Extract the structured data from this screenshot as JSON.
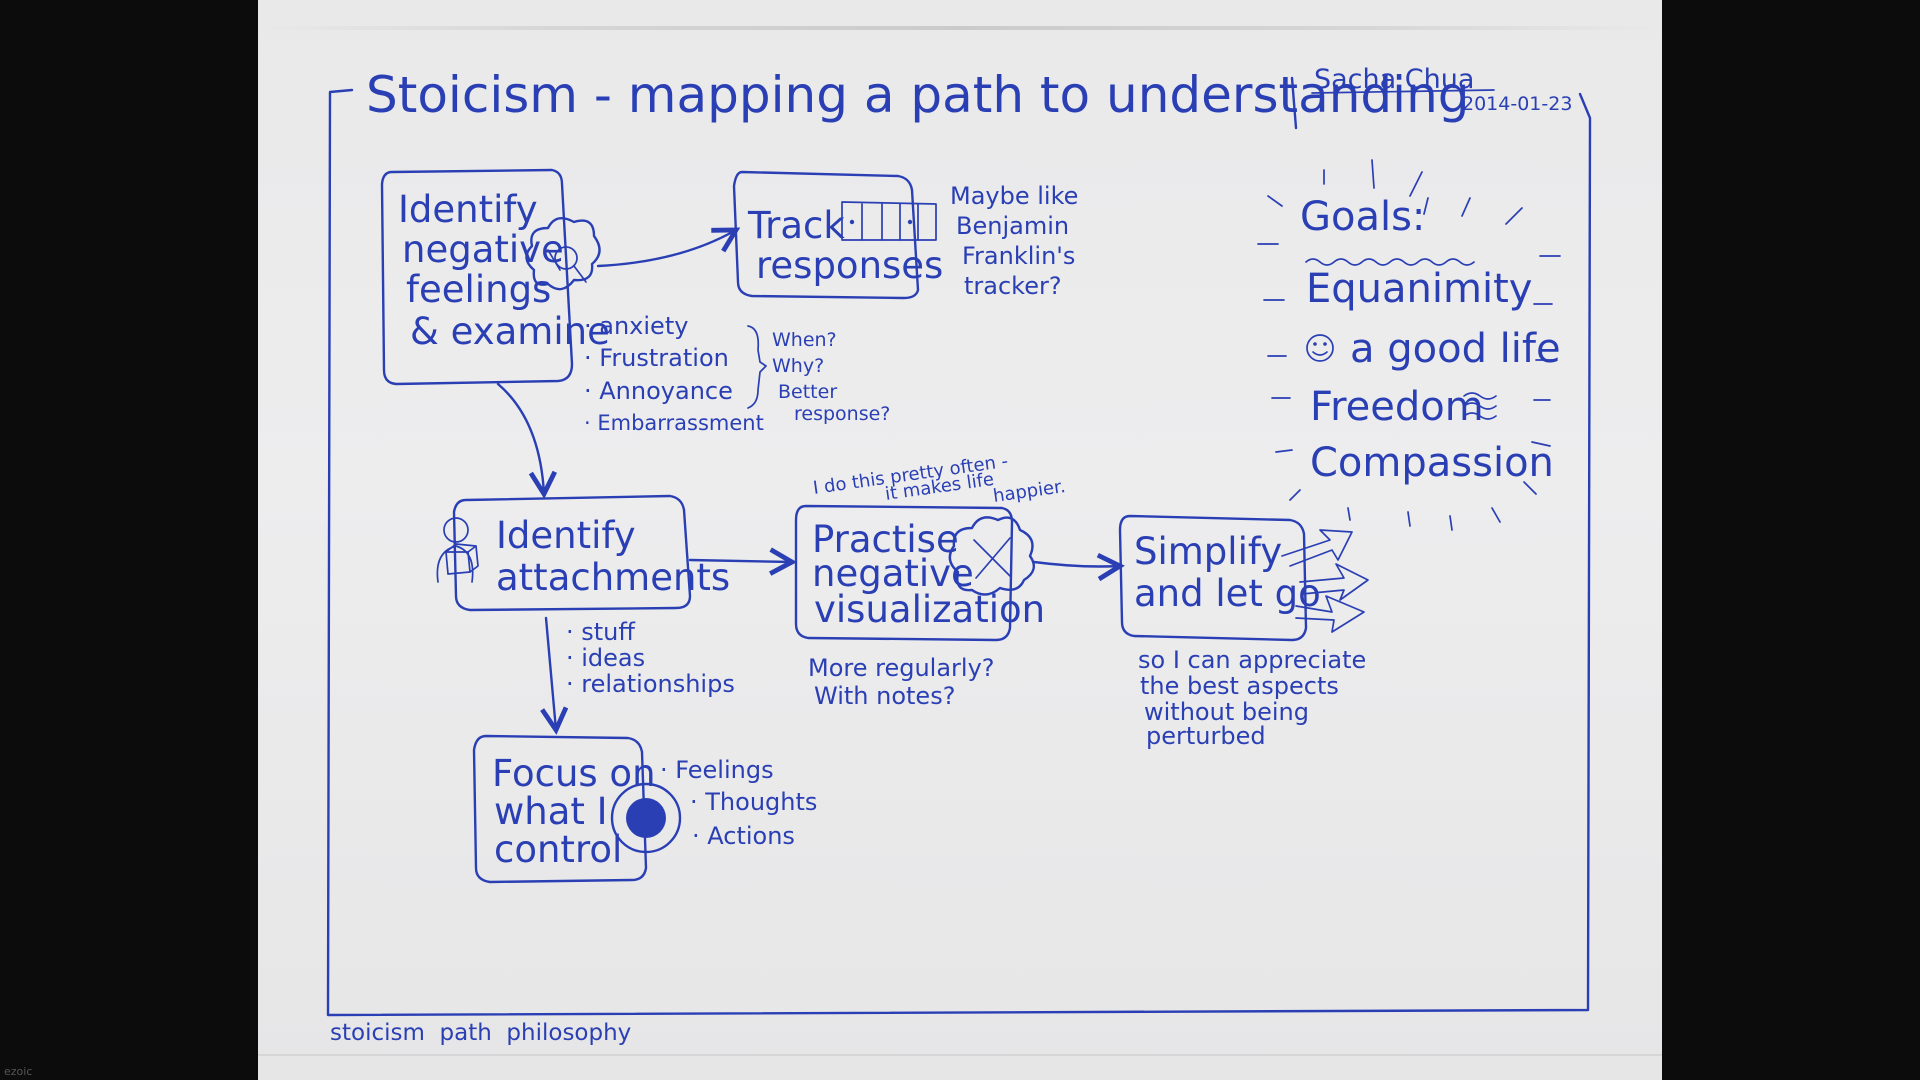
{
  "title": "Stoicism - mapping a path to understanding",
  "author": "Sacha Chua",
  "date": "2014-01-23",
  "identify": {
    "lines": [
      "Identify",
      "negative",
      "feelings",
      "& examine"
    ],
    "feelings": [
      "· anxiety",
      "· Frustration",
      "· Annoyance",
      "· Embarrassment"
    ],
    "questions": [
      "When?",
      "Why?",
      "Better",
      "response?"
    ]
  },
  "track": {
    "lines": [
      "Track",
      "responses"
    ],
    "note": [
      "Maybe like",
      "Benjamin",
      "Franklin's",
      "tracker?"
    ]
  },
  "goals": {
    "label": "Goals:",
    "items": [
      "Equanimity",
      "a good life",
      "Freedom",
      "Compassion"
    ]
  },
  "attachments": {
    "lines": [
      "Identify",
      "attachments"
    ],
    "items": [
      "· stuff",
      "· ideas",
      "· relationships"
    ]
  },
  "practice": {
    "note": [
      "I do this pretty often -",
      "it makes life",
      "happier."
    ],
    "lines": [
      "Practise",
      "negative",
      "visualization"
    ],
    "questions": [
      "More regularly?",
      "With notes?"
    ]
  },
  "simplify": {
    "lines": [
      "Simplify",
      "and let go"
    ],
    "note": [
      "so I can appreciate",
      "the best aspects",
      "without being",
      "perturbed"
    ]
  },
  "focus": {
    "lines": [
      "Focus on",
      "what I",
      "control"
    ],
    "items": [
      "· Feelings",
      "· Thoughts",
      "· Actions"
    ]
  },
  "tags": "stoicism  path  philosophy",
  "watermark": "ezoic",
  "colors": {
    "ink": "#2a3fb4",
    "paper": "#ececed",
    "background": "#0c0c0c"
  }
}
